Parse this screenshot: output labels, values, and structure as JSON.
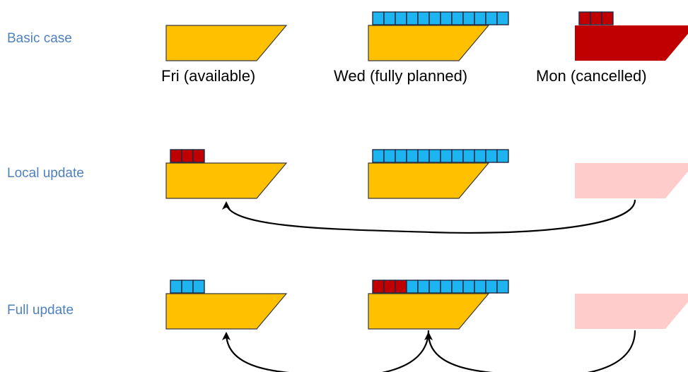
{
  "colors": {
    "hull": "#FFC000",
    "hull_cancelled": "#C00000",
    "hull_ghost": "#FFCCCC",
    "container_blue": "#1EB4F0",
    "container_red": "#C00000",
    "label_text": "#4F81BD",
    "arrow": "#000000"
  },
  "rows": [
    {
      "label": "Basic case",
      "ships": [
        {
          "caption": "Fri (available)",
          "state": "normal",
          "containers": []
        },
        {
          "caption": "Wed (fully planned)",
          "state": "normal",
          "containers": [
            "blue",
            "blue",
            "blue",
            "blue",
            "blue",
            "blue",
            "blue",
            "blue",
            "blue",
            "blue",
            "blue",
            "blue"
          ]
        },
        {
          "caption": "Mon (cancelled)",
          "state": "cancelled",
          "containers": [
            "red",
            "red",
            "red"
          ]
        }
      ]
    },
    {
      "label": "Local update",
      "ships": [
        {
          "caption": "",
          "state": "normal",
          "containers": [
            "red",
            "red",
            "red"
          ]
        },
        {
          "caption": "",
          "state": "normal",
          "containers": [
            "blue",
            "blue",
            "blue",
            "blue",
            "blue",
            "blue",
            "blue",
            "blue",
            "blue",
            "blue",
            "blue",
            "blue"
          ]
        },
        {
          "caption": "",
          "state": "ghost",
          "containers": []
        }
      ],
      "arrows": [
        {
          "from_ship": 3,
          "to_ship": 1
        }
      ]
    },
    {
      "label": "Full update",
      "ships": [
        {
          "caption": "",
          "state": "normal",
          "containers": [
            "blue",
            "blue",
            "blue"
          ]
        },
        {
          "caption": "",
          "state": "normal",
          "containers": [
            "red",
            "red",
            "red",
            "blue",
            "blue",
            "blue",
            "blue",
            "blue",
            "blue",
            "blue",
            "blue",
            "blue"
          ]
        },
        {
          "caption": "",
          "state": "ghost",
          "containers": []
        }
      ],
      "arrows": [
        {
          "from_ship": 3,
          "to_ship": 2
        },
        {
          "from_ship": 2,
          "to_ship": 1
        }
      ]
    }
  ]
}
